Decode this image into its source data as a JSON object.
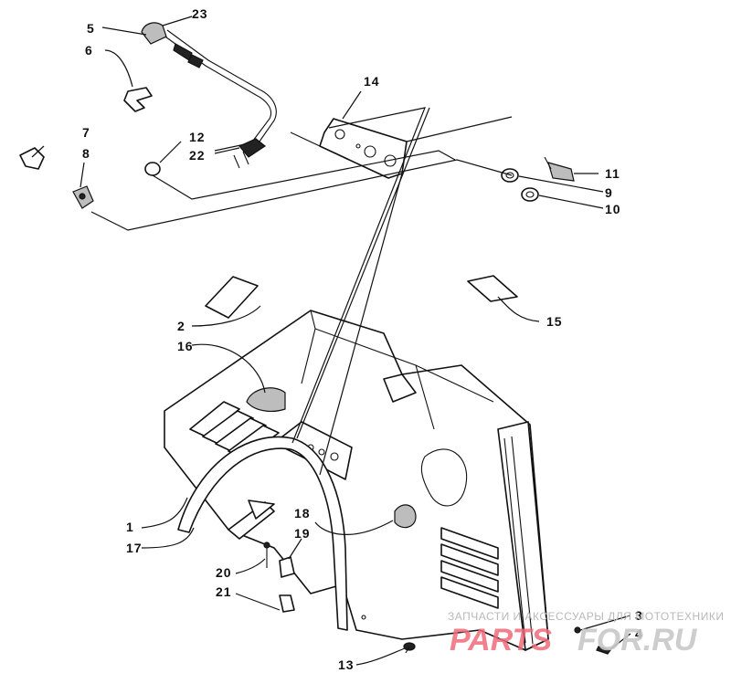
{
  "labels": {
    "l1": "1",
    "l2": "2",
    "l3": "3",
    "l4": "4",
    "l5": "5",
    "l6": "6",
    "l7": "7",
    "l8": "8",
    "l9": "9",
    "l10": "10",
    "l11": "11",
    "l12": "12",
    "l13": "13",
    "l14": "14",
    "l15": "15",
    "l16": "16",
    "l17": "17",
    "l18": "18",
    "l19": "19",
    "l20": "20",
    "l21": "21",
    "l22": "22",
    "l23": "23"
  },
  "watermark": {
    "caption": "ЗАПЧАСТИ И АКСЕССУАРЫ ДЛЯ МОТОТЕХНИКИ",
    "brand_left": "PARTS",
    "brand_right": "FOR.RU"
  }
}
